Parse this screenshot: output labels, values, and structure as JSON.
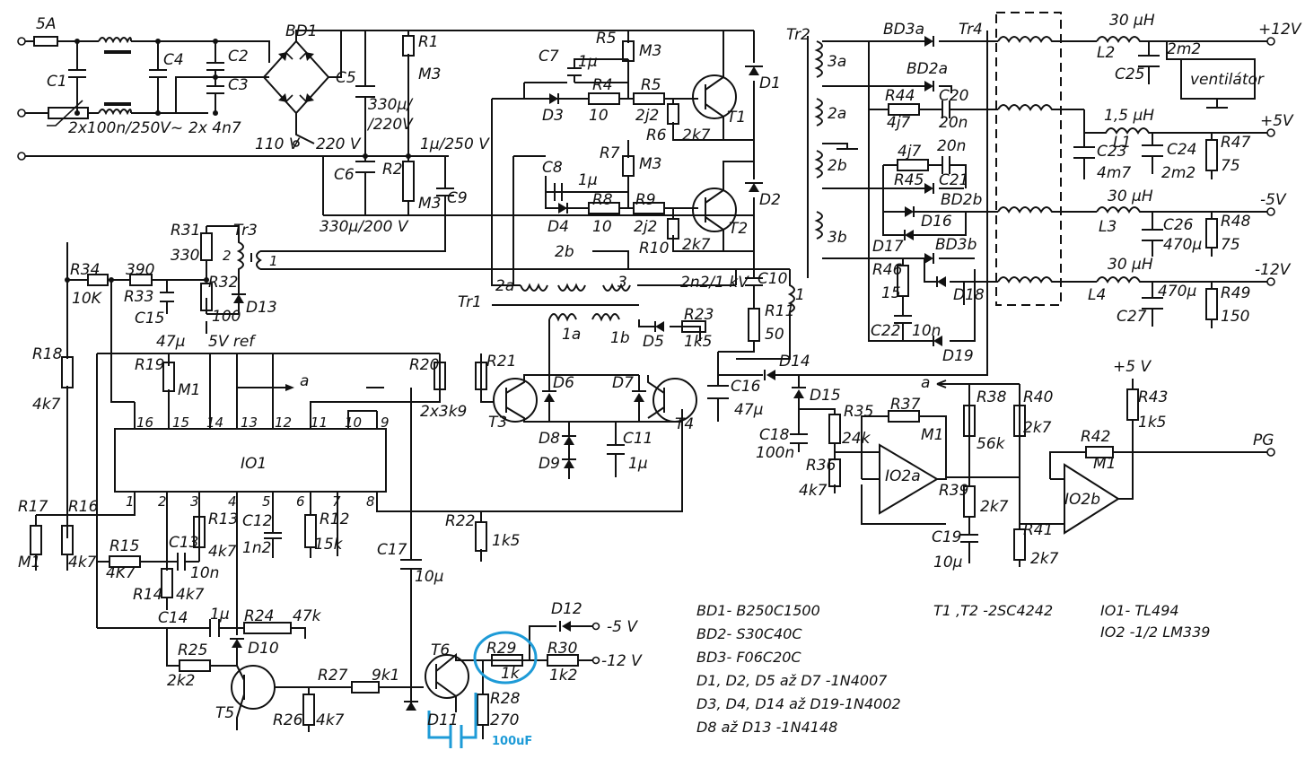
{
  "title": "",
  "labels": {
    "fuse": "5A",
    "c1": "C1",
    "c4": "C4",
    "c2": "C2",
    "c3": "C3",
    "bd1": "BD1",
    "mains_filter": "2x100n/250V~",
    "cap_4n7": "2x 4n7",
    "sel_110": "110 V",
    "sel_220": "220 V",
    "c5": "C5",
    "c5_val": "330µ/",
    "c5_volt": "/220V",
    "c6": "C6",
    "c6_val": "330µ/200 V",
    "r1": "R1",
    "r1_val": "M3",
    "r2": "R2",
    "r2_val": "M3",
    "c9": "C9",
    "c9_val": "1µ/250 V",
    "c7": "C7",
    "c7_val": "1µ",
    "r5_top": "R5",
    "m3_top": "M3",
    "d3": "D3",
    "r4": "R4",
    "r4_val": "10",
    "r5": "R5",
    "r5_val": "2j2",
    "t1": "T1",
    "r6": "R6",
    "r6_val": "2k7",
    "d1": "D1",
    "c8": "C8",
    "c8_val": "1µ",
    "r7": "R7",
    "r7_val": "M3",
    "d4": "D4",
    "r8": "R8",
    "r8_val": "10",
    "r9": "R9",
    "r9_val": "2j2",
    "t2": "T2",
    "r10": "R10",
    "r10_val": "2k7",
    "d2": "D2",
    "tr1": "Tr1",
    "w2a": "2a",
    "w2b": "2b",
    "w3": "3",
    "w1": "1",
    "w1a": "1a",
    "w1b": "1b",
    "c10": "C10",
    "c10_val": "2n2/1 kV",
    "r11": "R11",
    "r11_val": "50",
    "d5": "D5",
    "r23": "R23",
    "r23_val": "1k5",
    "tr3": "Tr3",
    "r31": "R31",
    "r31_val": "330",
    "r32": "R32",
    "r32_val": "100",
    "d13": "D13",
    "vref": "5V ref",
    "r34": "R34",
    "r34_val": "10K",
    "r33_val": "390",
    "r33": "R33",
    "c15": "C15",
    "c15_val": "47µ",
    "r18": "R18",
    "r18_val": "4k7",
    "r19": "R19",
    "r19_val": "M1",
    "r20": "R20",
    "r21": "R21",
    "r20_21_val": "2x3k9",
    "t3": "T3",
    "d6": "D6",
    "d7": "D7",
    "t4": "T4",
    "c16": "C16",
    "c16_val": "47µ",
    "d14": "D14",
    "d15": "D15",
    "c18": "C18",
    "c18_val": "100n",
    "r35": "R35",
    "r35_val": "24k",
    "r36": "R36",
    "r36_val": "4k7",
    "r37": "R37",
    "r37_val": "M1",
    "io2a": "IO2a",
    "r38": "R38",
    "r38_val": "56k",
    "r39": "R39",
    "r39_val": "2k7",
    "c19": "C19",
    "c19_val": "10µ",
    "r40": "R40",
    "r40_val": "2k7",
    "r41": "R41",
    "r41_val": "2k7",
    "r42": "R42",
    "r42_val": "M1",
    "io2b": "IO2b",
    "plus5": "+5 V",
    "r43": "R43",
    "r43_val": "1k5",
    "pg": "PG",
    "net_a": "a",
    "net_a2": "a",
    "io1": "IO1",
    "d8": "D8",
    "d9": "D9",
    "c11": "C11",
    "c11_val": "1µ",
    "r17": "R17",
    "r17_val": "M1",
    "r16": "R16",
    "r16_val": "4k7",
    "r15": "R15",
    "r15_val": "4K7",
    "r14": "R14",
    "r14_val": "4k7",
    "c13": "C13",
    "c13_val": "10n",
    "r13": "R13",
    "r13_val": "4k7",
    "c12": "C12",
    "c12_val": "1n2",
    "r12": "R12",
    "r12_val": "15k",
    "r22": "R22",
    "r22_val": "1k5",
    "c17": "C17",
    "c17_val": "10µ",
    "c14": "C14",
    "c14_val": "1µ",
    "r24": "R24",
    "r24_val": "47k",
    "d10": "D10",
    "r25": "R25",
    "r25_val": "2k2",
    "t5": "T5",
    "r27": "R27",
    "r27_val": "9k1",
    "r26": "R26",
    "r26_val": "4k7",
    "t6": "T6",
    "d11": "D11",
    "r28": "R28",
    "r28_val": "270",
    "r29": "R29",
    "r29_val": "1k",
    "r30": "R30",
    "r30_val": "1k2",
    "d12": "D12",
    "neg5_in": "-5 V",
    "neg12_in": "-12 V",
    "mod_cap": "100uF",
    "tr2": "Tr2",
    "w3a": "3a",
    "w2a_tr2": "2a",
    "w2b_tr2": "2b",
    "w3b": "3b",
    "bd3a": "BD3a",
    "tr4": "Tr4",
    "bd2a": "BD2a",
    "r44": "R44",
    "r44_val": "4j7",
    "c20": "C20",
    "c20_val": "20n",
    "r45_val": "4j7",
    "c21_val": "20n",
    "r45": "R45",
    "c21": "C21",
    "bd2b": "BD2b",
    "d16": "D16",
    "d17": "D17",
    "bd3b": "BD3b",
    "r46": "R46",
    "r46_val": "15",
    "d18": "D18",
    "c22": "C22",
    "c22_val": "10n",
    "d19": "D19",
    "l2_val": "30 µH",
    "l2": "L2",
    "c25_val": "2m2",
    "c25": "C25",
    "fan": "ventilátor",
    "l1_val": "1,5 µH",
    "l1": "L1",
    "c23": "C23",
    "c23_val": "4m7",
    "c24": "C24",
    "c24_val": "2m2",
    "r47": "R47",
    "r47_val": "75",
    "l3_val": "30 µH",
    "l3": "L3",
    "c26": "C26",
    "c26_val": "470µ",
    "r48": "R48",
    "r48_val": "75",
    "l4_val": "30 µH",
    "l4": "L4",
    "c27_val": "470µ",
    "c27": "C27",
    "r49": "R49",
    "r49_val": "150",
    "out_p12": "+12V",
    "out_p5": "+5V",
    "out_n5": "-5V",
    "out_n12": "-12V"
  },
  "pins": {
    "p16": "16",
    "p15": "15",
    "p14": "14",
    "p13": "13",
    "p12": "12",
    "p11": "11",
    "p10": "10",
    "p9": "9",
    "p1": "1",
    "p2": "2",
    "p3": "3",
    "p4": "4",
    "p5": "5",
    "p6": "6",
    "p7": "7",
    "p8": "8",
    "tr3_2": "2",
    "tr3_1": "1"
  },
  "legend": {
    "bd1": "BD1- B250C1500",
    "bd2": "BD2- S30C40C",
    "bd3": "BD3- F06C20C",
    "d_a": "D1, D2, D5 až D7  -1N4007",
    "d_b": "D3, D4, D14 až D19-1N4002",
    "d_c": "D8 až D13 -1N4148",
    "t12": "T1 ,T2 -2SC4242",
    "io1": "IO1- TL494",
    "io2": "IO2 -1/2 LM339"
  }
}
